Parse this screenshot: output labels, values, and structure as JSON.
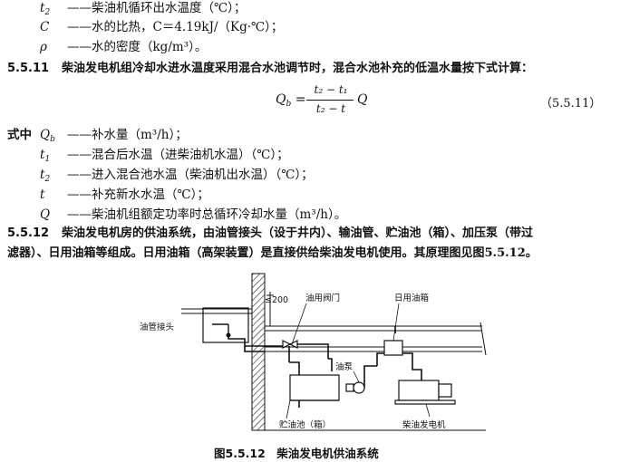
{
  "defs_top": [
    {
      "sym": "t",
      "sub": "2",
      "text": "——柴油机循环出水温度（℃）；"
    },
    {
      "sym": "C",
      "sub": "",
      "text": "——水的比热，C＝4.19kJ/（Kg·℃）；"
    },
    {
      "sym": "ρ",
      "sub": "",
      "text": "——水的密度（kg/m³）。"
    }
  ],
  "s5511": {
    "num": "5.5.11",
    "text": "柴油发电机组冷却水进水温度采用混合水池调节时，混合水池补充的低温水量按下式计算："
  },
  "formula": {
    "lhs": "Q",
    "lhs_sub": "b",
    "eq": "=",
    "numerator": "t₂ − t₁",
    "denominator": "t₂ − t",
    "rhs": "Q",
    "eqno": "（5.5.11）"
  },
  "where_label": "式中",
  "defs_formula": [
    {
      "sym": "Q",
      "sub": "b",
      "text": "——补水量（m³/h）；"
    },
    {
      "sym": "t",
      "sub": "1",
      "text": "——混合后水温（进柴油机水温）（℃）；"
    },
    {
      "sym": "t",
      "sub": "2",
      "text": "——进入混合池水温（柴油机出水温）（℃）；"
    },
    {
      "sym": "t",
      "sub": "",
      "text": "——补充新水水温（℃）；"
    },
    {
      "sym": "Q",
      "sub": "",
      "text": "——柴油机组额定功率时总循环冷却水量（m³/h）。"
    }
  ],
  "s5512": {
    "num": "5.5.12",
    "line1": "柴油发电机房的供油系统，由油管接头（设于井内）、输油管、贮油池（箱）、加压泵（带过",
    "line2": "滤器）、日用油箱等组成。日用油箱（高架装置）是直接供给柴油发电机使用。其原理图见图5.5.12。"
  },
  "diagram": {
    "labels": {
      "dim": "≤200",
      "valve": "油用阀门",
      "daily_tank": "日用油箱",
      "pipe_joint": "油管接头",
      "pump": "油泵",
      "storage_tank": "贮油池（箱）",
      "generator": "柴油发电机"
    }
  },
  "caption": "图5.5.12　柴油发电机供油系统"
}
